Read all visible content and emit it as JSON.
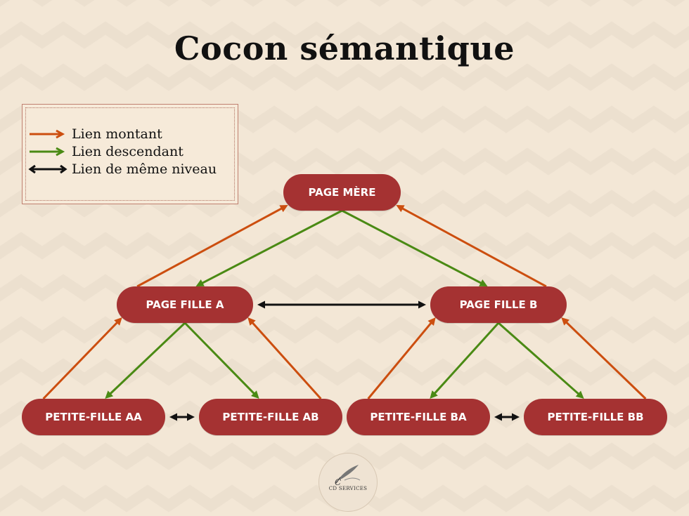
{
  "title": "Cocon sémantique",
  "colors": {
    "node_fill": "#a53232",
    "up_link": "#cc4e0f",
    "down_link": "#4a8a14",
    "same_level_link": "#111111",
    "background": "#f3e7d6",
    "zigzag": "#ece0cf"
  },
  "legend": [
    {
      "type": "up",
      "label": "Lien montant",
      "color": "#cc4e0f"
    },
    {
      "type": "down",
      "label": "Lien descendant",
      "color": "#4a8a14"
    },
    {
      "type": "same",
      "label": "Lien de même niveau",
      "color": "#111111"
    }
  ],
  "nodes": {
    "mere": "PAGE MÈRE",
    "fille_a": "PAGE FILLE A",
    "fille_b": "PAGE FILLE B",
    "pf_aa": "PETITE-FILLE AA",
    "pf_ab": "PETITE-FILLE AB",
    "pf_ba": "PETITE-FILLE BA",
    "pf_bb": "PETITE-FILLE BB"
  },
  "edges": [
    {
      "from": "fille_a",
      "to": "mere",
      "type": "up"
    },
    {
      "from": "mere",
      "to": "fille_a",
      "type": "down"
    },
    {
      "from": "mere",
      "to": "fille_b",
      "type": "down"
    },
    {
      "from": "fille_b",
      "to": "mere",
      "type": "up"
    },
    {
      "from": "fille_a",
      "to": "fille_b",
      "type": "same"
    },
    {
      "from": "pf_aa",
      "to": "fille_a",
      "type": "up"
    },
    {
      "from": "fille_a",
      "to": "pf_aa",
      "type": "down"
    },
    {
      "from": "fille_a",
      "to": "pf_ab",
      "type": "down"
    },
    {
      "from": "pf_ab",
      "to": "fille_a",
      "type": "up"
    },
    {
      "from": "pf_aa",
      "to": "pf_ab",
      "type": "same"
    },
    {
      "from": "pf_ba",
      "to": "fille_b",
      "type": "up"
    },
    {
      "from": "fille_b",
      "to": "pf_ba",
      "type": "down"
    },
    {
      "from": "fille_b",
      "to": "pf_bb",
      "type": "down"
    },
    {
      "from": "pf_bb",
      "to": "fille_b",
      "type": "up"
    },
    {
      "from": "pf_ba",
      "to": "pf_bb",
      "type": "same"
    }
  ],
  "logo": {
    "name": "CD SERVICES",
    "icon": "quill-pen-icon"
  }
}
